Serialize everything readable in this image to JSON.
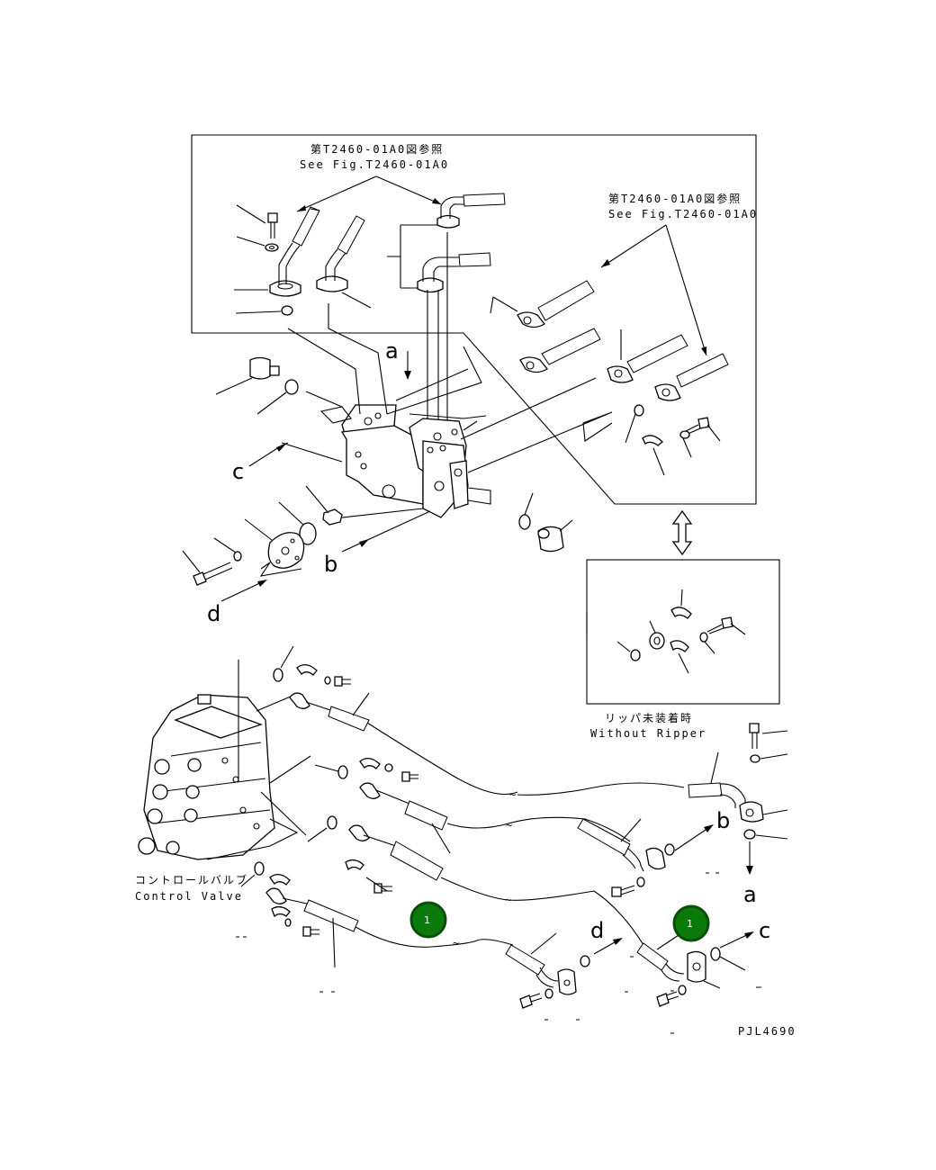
{
  "detail_box": {
    "see_fig_top_jp": "第T2460-01A0図参照",
    "see_fig_top_en": "See Fig.T2460-01A0",
    "see_fig_right_jp": "第T2460-01A0図参照",
    "see_fig_right_en": "See Fig.T2460-01A0"
  },
  "arrow_labels": {
    "a": "a",
    "b": "b",
    "c": "c",
    "d": "d"
  },
  "without_ripper": {
    "jp": "リッパ未装着時",
    "en": "Without Ripper"
  },
  "control_valve": {
    "jp": "コントロールバルブ",
    "en": "Control Valve"
  },
  "lower_arrow_labels": {
    "a": "a",
    "b": "b",
    "c": "c",
    "d": "d"
  },
  "callouts": [
    {
      "number": "1"
    },
    {
      "number": "1"
    }
  ],
  "drawing_code": "PJL4690"
}
